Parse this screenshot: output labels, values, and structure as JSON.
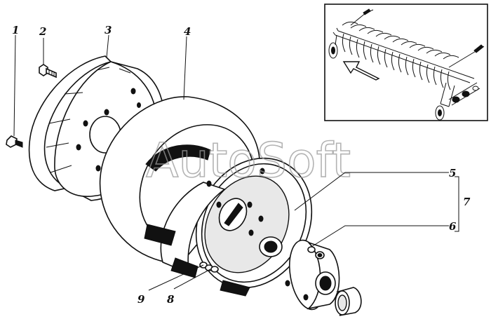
{
  "diagram": {
    "labels": {
      "l1": "1",
      "l2": "2",
      "l3": "3",
      "l4": "4",
      "l5": "5",
      "l6": "6",
      "l7": "7",
      "l8": "8",
      "l9": "9"
    },
    "watermark": "AutoSoft"
  }
}
